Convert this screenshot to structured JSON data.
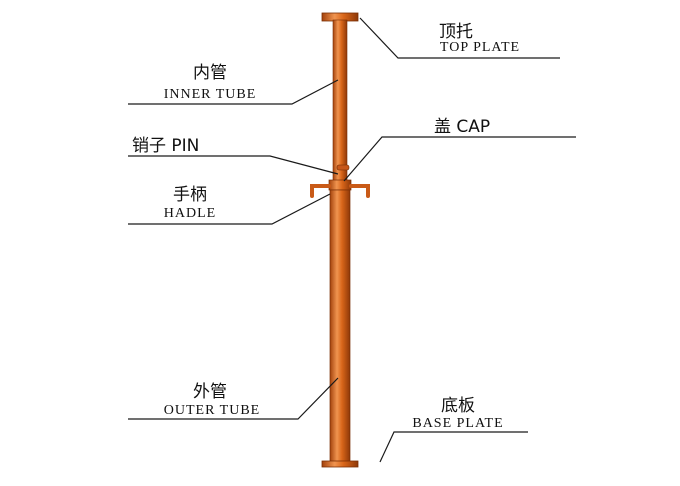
{
  "title": "",
  "colors": {
    "tube": "#d9661a",
    "tube_shade": "#a4420c",
    "tube_highlight": "#f0944f",
    "line": "#1a1a1a"
  },
  "labels": {
    "top_plate": {
      "zh": "顶托",
      "en": "TOP PLATE"
    },
    "inner_tube": {
      "zh": "内管",
      "en": "INNER TUBE"
    },
    "pin": {
      "text": "销子 PIN"
    },
    "cap": {
      "text": "盖 CAP"
    },
    "handle": {
      "zh": "手柄",
      "en": "HADLE"
    },
    "outer_tube": {
      "zh": "外管",
      "en": "OUTER TUBE"
    },
    "base_plate": {
      "zh": "底板",
      "en": "BASE PLATE"
    }
  }
}
